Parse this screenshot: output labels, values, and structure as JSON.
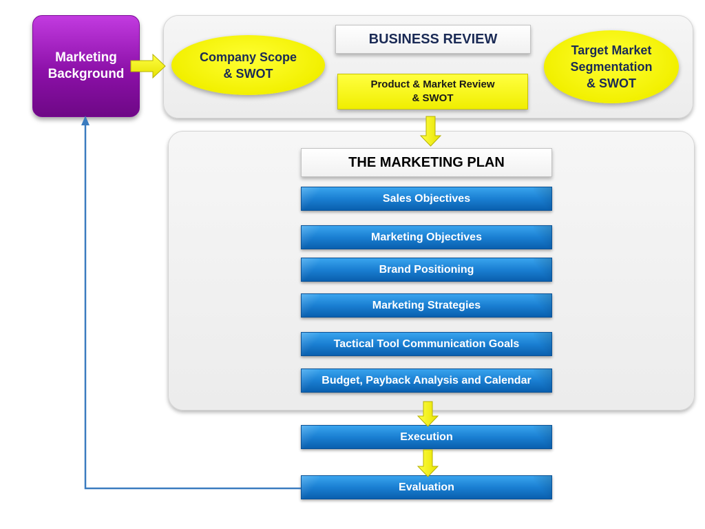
{
  "marketing_background": {
    "label_line1": "Marketing",
    "label_line2": "Background"
  },
  "business_review": {
    "title": "BUSINESS REVIEW",
    "company_scope": {
      "line1": "Company Scope",
      "line2": "& SWOT"
    },
    "product_market": {
      "line1": "Product & Market Review",
      "line2": "& SWOT"
    },
    "target_market": {
      "line1": "Target Market",
      "line2": "Segmentation",
      "line3": "& SWOT"
    }
  },
  "marketing_plan": {
    "title": "THE MARKETING PLAN",
    "steps": [
      "Sales Objectives",
      "Marketing Objectives",
      "Brand Positioning",
      "Marketing Strategies",
      "Tactical Tool Communication Goals",
      "Budget, Payback Analysis and Calendar"
    ]
  },
  "execution": "Execution",
  "evaluation": "Evaluation",
  "colors": {
    "purple": "#8c10a8",
    "yellow": "#f2f000",
    "blue": "#1a7fd2",
    "navy_text": "#1a2a55",
    "feedback_line": "#3a7bbf"
  },
  "icons": {
    "arrow_right": "yellow-block-arrow-right",
    "arrow_down": "yellow-block-arrow-down",
    "feedback": "feedback-loop-arrow"
  }
}
